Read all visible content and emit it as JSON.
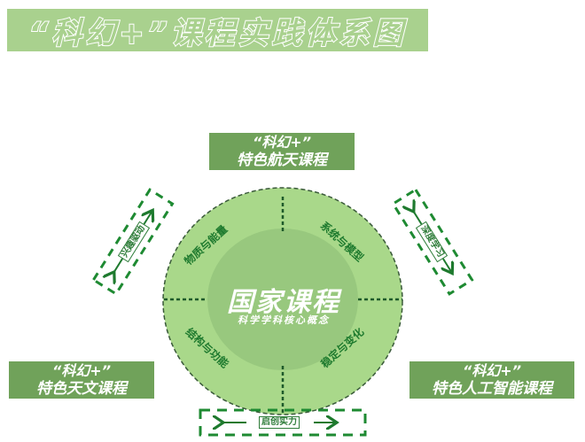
{
  "title": "“科幻+”课程实践体系图",
  "core": {
    "title": "国家课程",
    "subtitle": "科学学科核心概念",
    "quadrants": [
      {
        "position": "top-left",
        "label": "物质与能量"
      },
      {
        "position": "top-right",
        "label": "系统与模型"
      },
      {
        "position": "bottom-left",
        "label": "结构与功能"
      },
      {
        "position": "bottom-right",
        "label": "稳定与变化"
      }
    ]
  },
  "courses": [
    {
      "id": "aerospace",
      "line1": "“科幻+”",
      "line2": "特色航天课程"
    },
    {
      "id": "astronomy",
      "line1": "“科幻+”",
      "line2": "特色天文课程"
    },
    {
      "id": "ai",
      "line1": "“科幻+”",
      "line2": "特色人工智能课程"
    }
  ],
  "links": [
    {
      "position": "left",
      "label": "兴趣驱动"
    },
    {
      "position": "right",
      "label": "深度学习"
    },
    {
      "position": "bottom",
      "label": "启创实力"
    }
  ],
  "colors": {
    "title_bar": "#a9d18e",
    "course_box": "#70a25a",
    "circle_outer": "#a9d88a",
    "circle_inner": "#98c87e",
    "dashed_green": "#1e7a2e"
  }
}
